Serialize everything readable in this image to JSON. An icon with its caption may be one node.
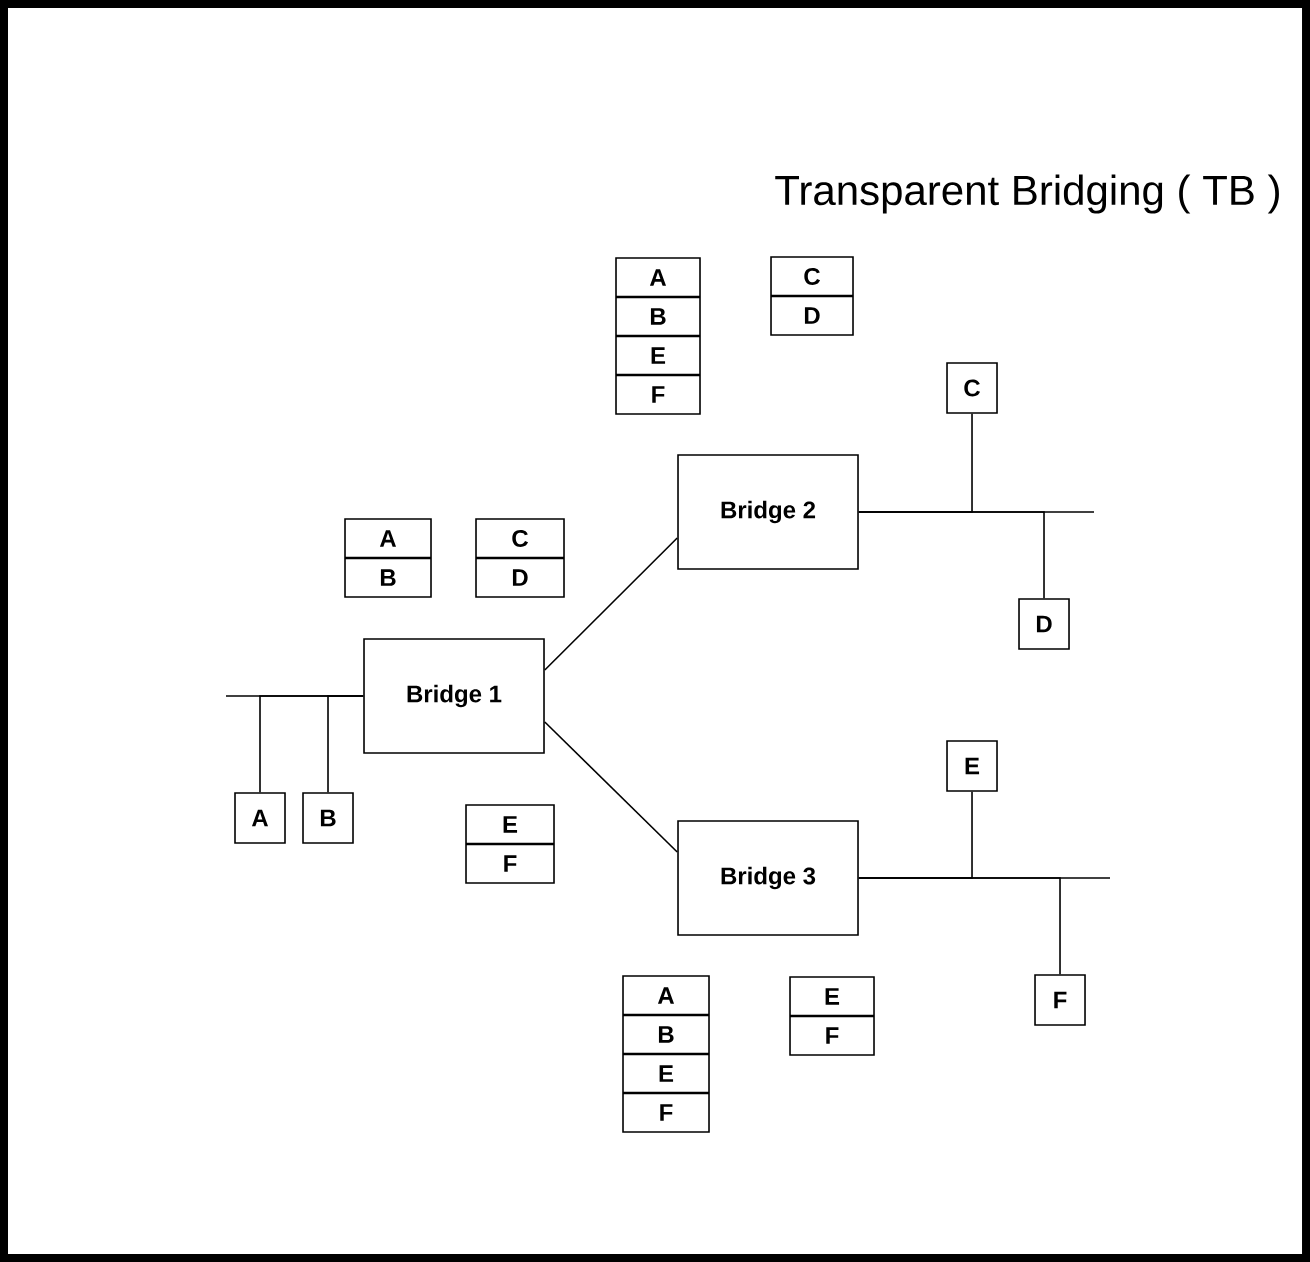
{
  "diagram": {
    "title": "Transparent Bridging ( TB )",
    "nodes": [
      {
        "text": [
          "A",
          "B",
          "E",
          "F"
        ]
      },
      {
        "text": [
          "C",
          "D"
        ]
      },
      {
        "text": [
          "C"
        ]
      },
      {
        "text": [
          "Bridge 2"
        ]
      },
      {
        "text": [
          "A",
          "B"
        ]
      },
      {
        "text": [
          "C",
          "D"
        ]
      },
      {
        "text": [
          "Bridge 1"
        ]
      },
      {
        "text": [
          "D"
        ]
      },
      {
        "text": [
          "E"
        ]
      },
      {
        "text": [
          "A"
        ]
      },
      {
        "text": [
          "B"
        ]
      },
      {
        "text": [
          "E",
          "F"
        ]
      },
      {
        "text": [
          "Bridge 3"
        ]
      },
      {
        "text": [
          "F"
        ]
      },
      {
        "text": [
          "A",
          "B",
          "E",
          "F"
        ]
      },
      {
        "text": [
          "E",
          "F"
        ]
      }
    ],
    "edges": [
      {
        "from": 9,
        "to": 6,
        "arrow": "none"
      },
      {
        "from": 10,
        "to": 6,
        "arrow": "none"
      },
      {
        "from": 6,
        "to": 3,
        "arrow": "none"
      },
      {
        "from": 6,
        "to": 12,
        "arrow": "none"
      },
      {
        "from": 2,
        "to": 3,
        "arrow": "none"
      },
      {
        "from": 7,
        "to": 3,
        "arrow": "none"
      },
      {
        "from": 8,
        "to": 12,
        "arrow": "none"
      },
      {
        "from": 13,
        "to": 12,
        "arrow": "none"
      }
    ]
  }
}
